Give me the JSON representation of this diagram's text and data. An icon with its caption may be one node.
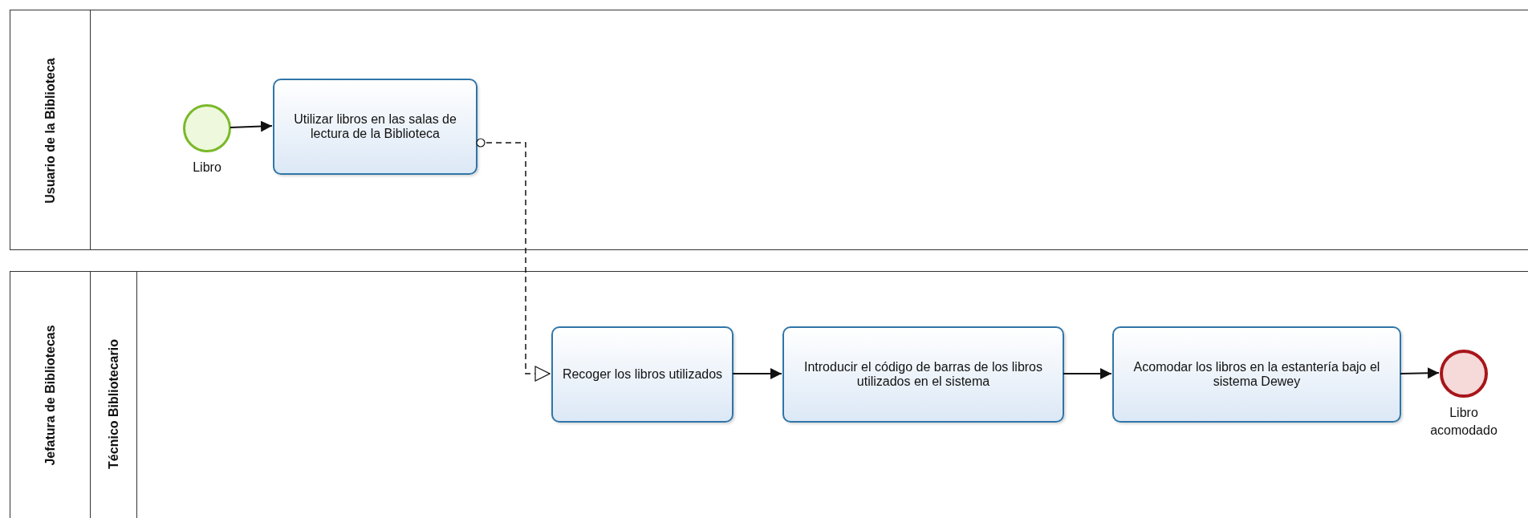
{
  "diagram": {
    "nodes": [
      {
        "text": [
          "Usuario de la Biblioteca"
        ]
      },
      {
        "text": [],
        "shape": "circle",
        "in": 0,
        "beside": [
          "Libro"
        ]
      },
      {
        "text": [
          "Utilizar libros en las salas de lectura de la Biblioteca"
        ],
        "in": 0
      },
      {
        "text": [
          "Jefatura de Bibliotecas"
        ]
      },
      {
        "text": [
          "Técnico Bibliotecario"
        ],
        "in": 3
      },
      {
        "text": [
          "Recoger los libros utilizados"
        ],
        "in": 4
      },
      {
        "text": [
          "Introducir el código de barras de los libros utilizados en el sistema"
        ],
        "in": 4
      },
      {
        "text": [
          "Acomodar los libros en la estantería bajo el sistema Dewey"
        ],
        "in": 4
      },
      {
        "text": [],
        "shape": "circle",
        "in": 4,
        "beside": [
          "Libro acomodado"
        ]
      }
    ],
    "edges": [
      {
        "from": 1,
        "to": 2,
        "arrow": "to"
      },
      {
        "from": 2,
        "to": 5,
        "arrow": "to",
        "style": "dashed"
      },
      {
        "from": 5,
        "to": 6,
        "arrow": "to"
      },
      {
        "from": 6,
        "to": 7,
        "arrow": "to"
      },
      {
        "from": 7,
        "to": 8,
        "arrow": "to"
      }
    ]
  }
}
